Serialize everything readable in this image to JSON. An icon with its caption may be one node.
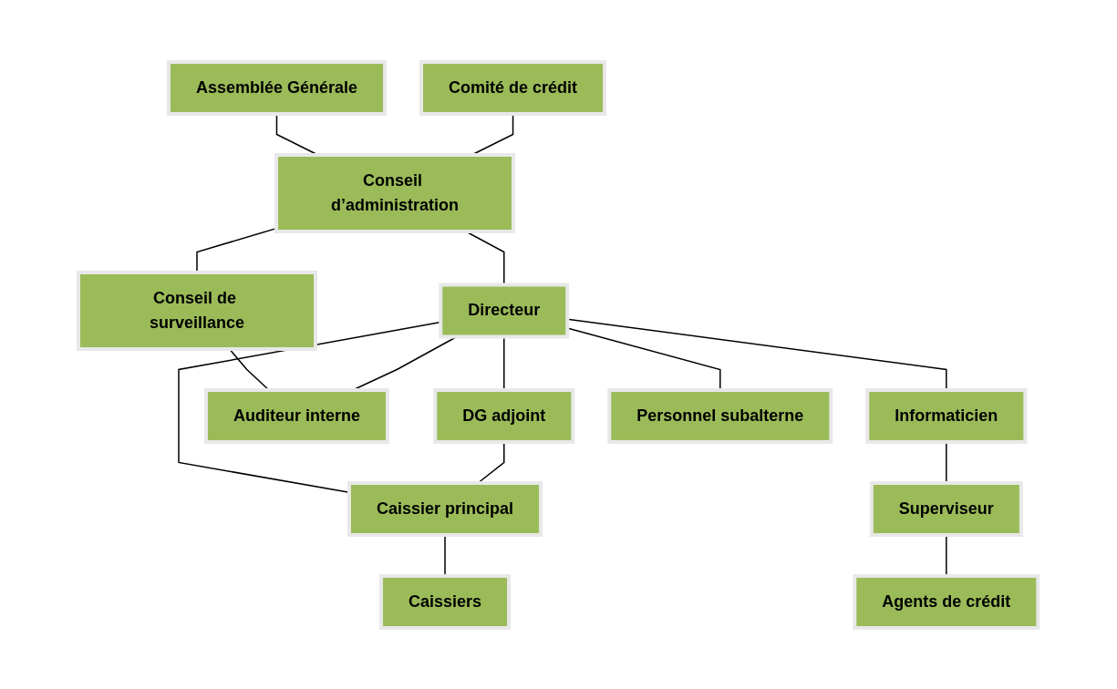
{
  "diagram": {
    "nodes": [
      {
        "text": [
          "Assemblée Générale"
        ]
      },
      {
        "text": [
          "Comité de crédit"
        ]
      },
      {
        "text": [
          "Conseil d’administration"
        ]
      },
      {
        "text": [
          "Conseil de surveillance"
        ]
      },
      {
        "text": [
          "Directeur"
        ]
      },
      {
        "text": [
          "DG adjoint"
        ]
      },
      {
        "text": [
          "Auditeur interne"
        ]
      },
      {
        "text": [
          "Caissier principal"
        ]
      },
      {
        "text": [
          "Informaticien"
        ]
      },
      {
        "text": [
          "Superviseur"
        ]
      },
      {
        "text": [
          "Caissiers"
        ]
      },
      {
        "text": [
          "Agents de crédit"
        ]
      },
      {
        "text": [
          "Personnel subalterne"
        ]
      }
    ],
    "edges": [
      {
        "from": 0,
        "to": 2,
        "arrow": "none"
      },
      {
        "from": 1,
        "to": 2,
        "arrow": "none"
      },
      {
        "from": 2,
        "to": 3,
        "arrow": "none"
      },
      {
        "from": 2,
        "to": 4,
        "arrow": "none"
      },
      {
        "from": 3,
        "to": 6,
        "arrow": "none"
      },
      {
        "from": 4,
        "to": 5,
        "arrow": "none"
      },
      {
        "from": 4,
        "to": 6,
        "arrow": "none"
      },
      {
        "from": 4,
        "to": 7,
        "arrow": "none"
      },
      {
        "from": 4,
        "to": 8,
        "arrow": "none"
      },
      {
        "from": 4,
        "to": 12,
        "arrow": "none"
      },
      {
        "from": 5,
        "to": 7,
        "arrow": "none"
      },
      {
        "from": 7,
        "to": 10,
        "arrow": "none"
      },
      {
        "from": 8,
        "to": 9,
        "arrow": "none"
      },
      {
        "from": 9,
        "to": 11,
        "arrow": "none"
      }
    ]
  }
}
